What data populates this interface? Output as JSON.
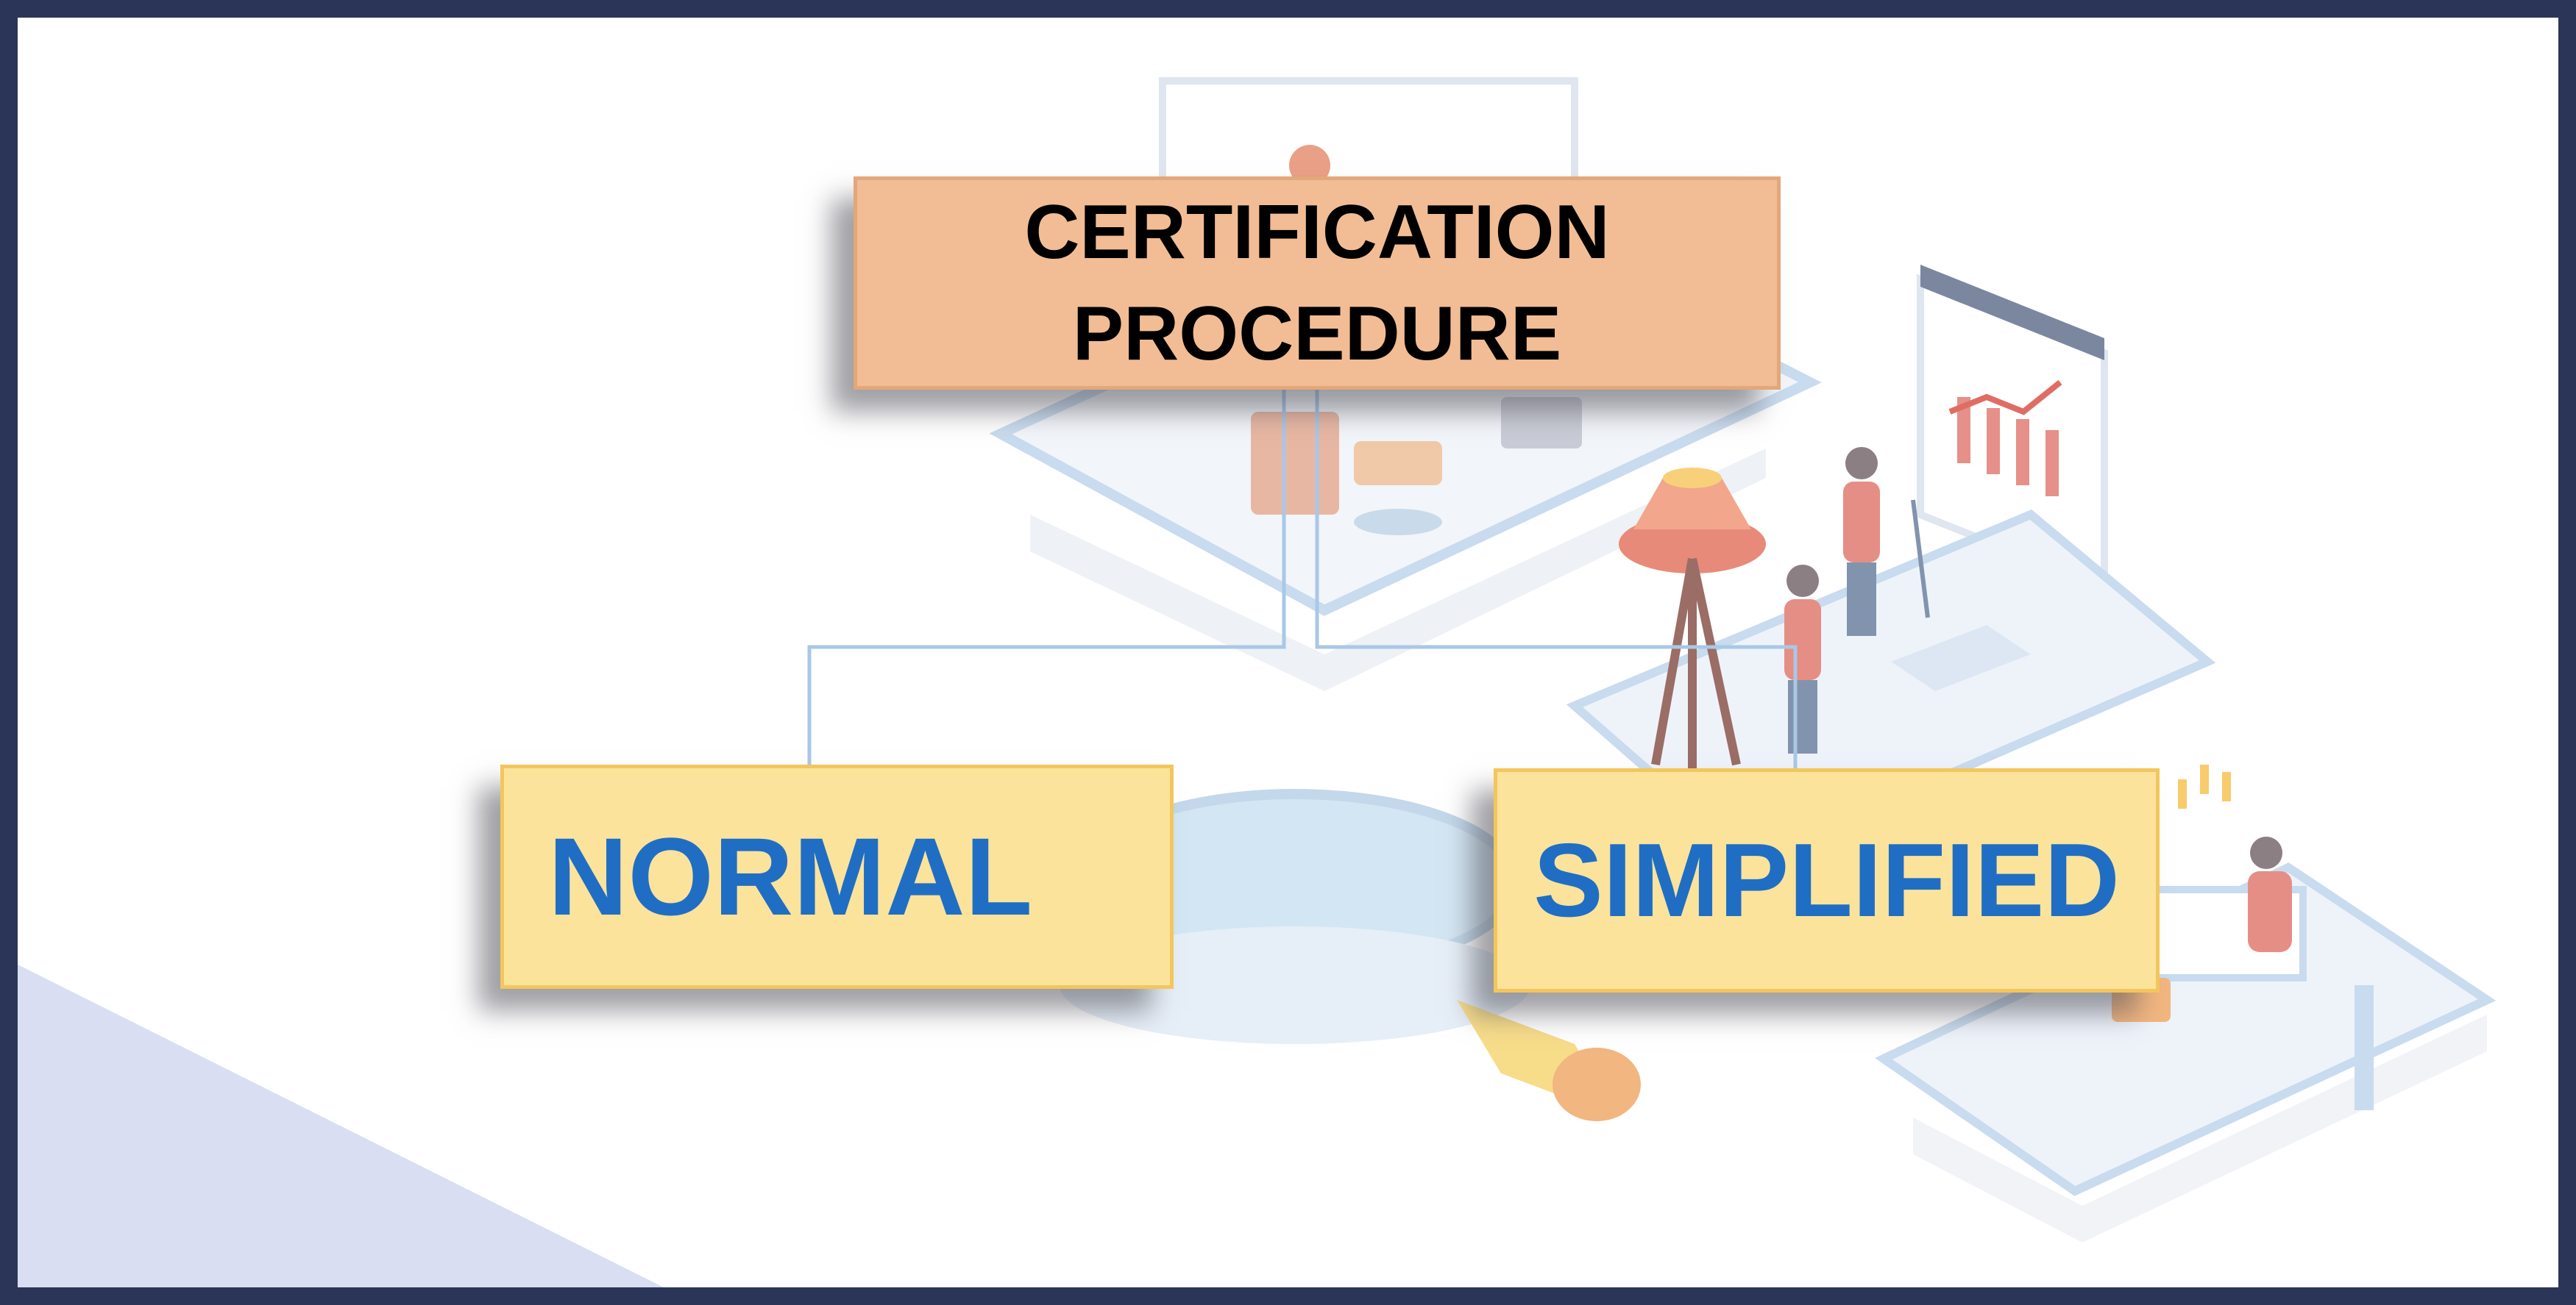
{
  "diagram": {
    "root": {
      "line1": "CERTIFICATION",
      "line2": "PROCEDURE"
    },
    "children": [
      {
        "label": "NORMAL"
      },
      {
        "label": "SIMPLIFIED"
      }
    ]
  },
  "colors": {
    "frame": "#2b3557",
    "root_fill": "#f2bd94",
    "child_fill": "#fbe39c",
    "child_text": "#1f6ec4",
    "connector": "#a9c8e6"
  }
}
